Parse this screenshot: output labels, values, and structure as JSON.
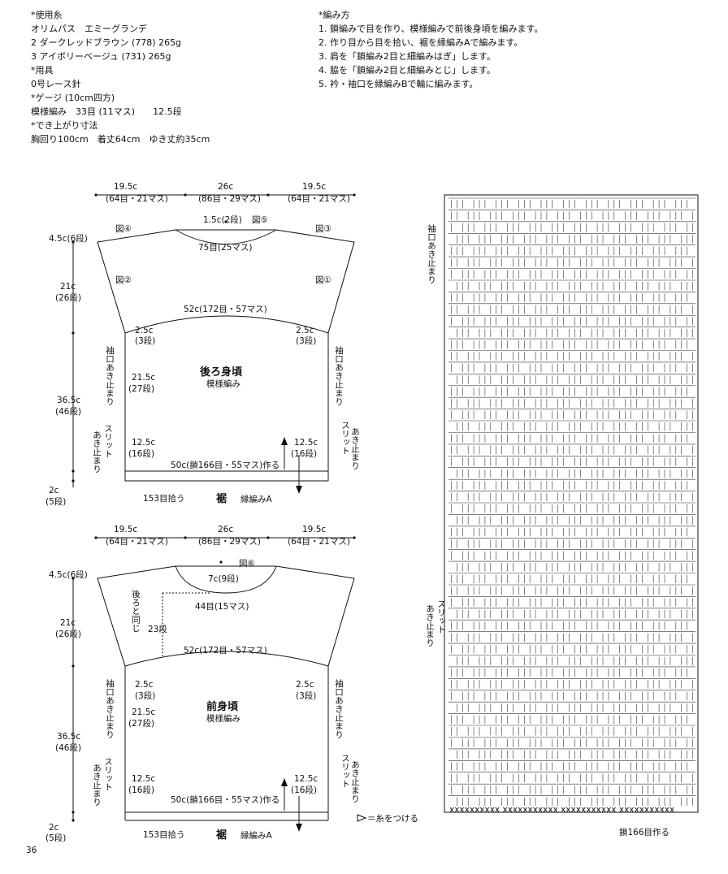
{
  "materials": {
    "header_yarn": "*使用糸",
    "yarn_brand": "オリムパス　エミーグランデ",
    "color2": "2 ダークレッドブラウン (778) 265g",
    "color3": "3 アイボリーベージュ (731) 265g",
    "header_tools": "*用具",
    "hook": "0号レース針",
    "header_gauge": "*ゲージ (10cm四方)",
    "gauge": "模様編み　33目 (11マス)　　12.5段",
    "header_size": "*でき上がり寸法",
    "size": "胸回り100cm　着丈64cm　ゆき丈約35cm"
  },
  "instructions": {
    "header": "*編み方",
    "steps": [
      "1. 鎖編みで目を作り、模様編みで前後身頃を編みます。",
      "2. 作り目から目を拾い、裾を縁編みAで編みます。",
      "3. 肩を「鎖編み2目と細編みはぎ」します。",
      "4. 脇を「鎖編み2目と細編みとじ」します。",
      "5. 衿・袖口を縁編みBで輪に編みます。"
    ]
  },
  "back": {
    "top_dims": [
      "19.5c",
      "26c",
      "19.5c"
    ],
    "top_counts": [
      "(64目・21マス)",
      "(86目・29マス)",
      "(64目・21マス)"
    ],
    "fig4": "図④",
    "fig5": "図⑤",
    "fig3": "図③",
    "fig2": "図②",
    "fig1": "図①",
    "neck_depth": "1.5c(2段)",
    "neck_width": "75目(25マス)",
    "shoulder_h": "4.5c(6段)",
    "upper_h": "21c",
    "upper_rows": "(26段)",
    "lower_h": "36.5c",
    "lower_rows": "(46段)",
    "hem_h": "2c",
    "hem_rows": "(5段)",
    "width": "52c(172目・57マス)",
    "armhole_sm_l": "2.5c",
    "armhole_sm_l_rows": "(3段)",
    "armhole_sm_r": "2.5c",
    "armhole_sm_r_rows": "(3段)",
    "side_mid": "21.5c",
    "side_mid_rows": "(27段)",
    "slit_l": "12.5c",
    "slit_l_rows": "(16段)",
    "slit_r": "12.5c",
    "slit_r_rows": "(16段)",
    "sleeve_label": "袖口あき止まり",
    "slit_label": "スリット",
    "slit_label2": "あき止まり",
    "title": "後ろ身頃",
    "pattern": "模様編み",
    "chain": "50c(鎖166目・55マス)作る",
    "pickup": "153目拾う",
    "hem": "裾",
    "edge": "縁編みA"
  },
  "front": {
    "top_dims": [
      "19.5c",
      "26c",
      "19.5c"
    ],
    "top_counts": [
      "(64目・21マス)",
      "(86目・29マス)",
      "(64目・21マス)"
    ],
    "fig6": "図⑥",
    "neck_depth": "7c(9段)",
    "neck_width": "44目(15マス)",
    "same_as_back": "後ろと同じ",
    "rows23": "23段",
    "shoulder_h": "4.5c(6段)",
    "upper_h": "21c",
    "upper_rows": "(26段)",
    "lower_h": "36.5c",
    "lower_rows": "(46段)",
    "hem_h": "2c",
    "hem_rows": "(5段)",
    "width": "52c(172目・57マス)",
    "armhole_sm_l": "2.5c",
    "armhole_sm_l_rows": "(3段)",
    "armhole_sm_r": "2.5c",
    "armhole_sm_r_rows": "(3段)",
    "side_mid": "21.5c",
    "side_mid_rows": "(27段)",
    "slit_l": "12.5c",
    "slit_l_rows": "(16段)",
    "slit_r": "12.5c",
    "slit_r_rows": "(16段)",
    "sleeve_label": "袖口あき止まり",
    "slit_label": "スリット",
    "slit_label2": "あき止まり",
    "title": "前身頃",
    "pattern": "模様編み",
    "chain": "50c(鎖166目・55マス)作る",
    "pickup": "153目拾う",
    "hem": "裾",
    "edge": "縁編みA"
  },
  "legend": "＝糸をつける",
  "chart": {
    "sleeve_label": "袖口あき止まり",
    "slit_label": "スリット",
    "slit_label2": "あき止まり",
    "chain_label": "鎖166目作る",
    "start_marks": "xxxxxxxxxx xxxxxxxxxxx xxxxxxxxxxx xxxxxxxxxxx"
  },
  "page_number": "36"
}
